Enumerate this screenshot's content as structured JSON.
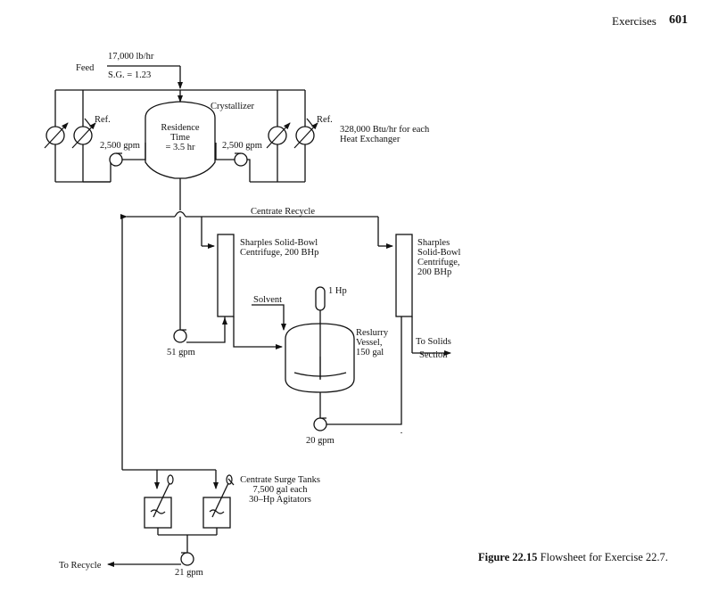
{
  "header": {
    "section_title": "Exercises",
    "page_number": "601"
  },
  "diagram": {
    "feed_label": "Feed",
    "feed_rate": "17,000 lb/hr",
    "feed_sg": "S.G. = 1.23",
    "crystallizer_label": "Crystallizer",
    "residence_line1": "Residence",
    "residence_line2": "Time",
    "residence_line3": "= 3.5 hr",
    "ref_left": "Ref.",
    "ref_right": "Ref.",
    "pump_left_flow": "2,500 gpm",
    "pump_right_flow": "2,500 gpm",
    "hx_duty_line1": "328,000 Btu/hr for each",
    "hx_duty_line2": "Heat Exchanger",
    "centrate_recycle": "Centrate Recycle",
    "centrifuge1_line1": "Sharples Solid-Bowl",
    "centrifuge1_line2": "Centrifuge, 200 BHp",
    "centrifuge2_line1": "Sharples",
    "centrifuge2_line2": "Solid-Bowl",
    "centrifuge2_line3": "Centrifuge,",
    "centrifuge2_line4": "200 BHp",
    "solvent_label": "Solvent",
    "agitator_power": "1 Hp",
    "reslurry_line1": "Reslurry",
    "reslurry_line2": "Vessel,",
    "reslurry_line3": "150 gal",
    "to_solids_line1": "To Solids",
    "to_solids_line2": "Section",
    "pump_51": "51 gpm",
    "pump_20": "20 gpm",
    "surge_line1": "Centrate Surge Tanks",
    "surge_line2": "7,500 gal each",
    "surge_line3": "30–Hp Agitators",
    "to_recycle": "To Recycle",
    "pump_21": "21 gpm"
  },
  "caption": {
    "label": "Figure 22.15",
    "text": "Flowsheet for Exercise 22.7."
  }
}
